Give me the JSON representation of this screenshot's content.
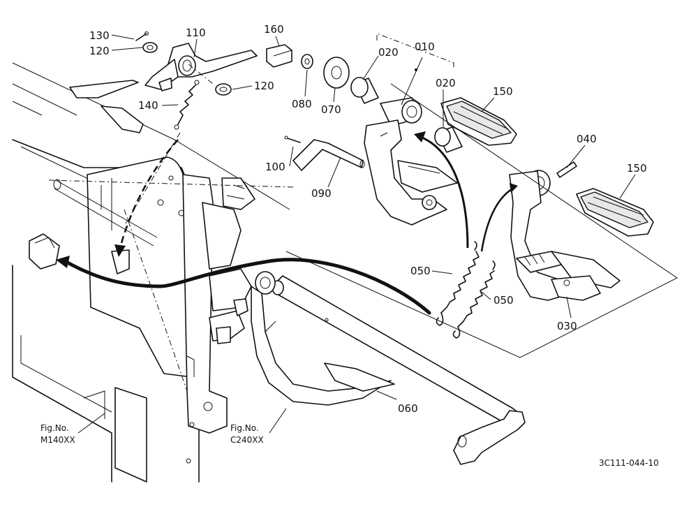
{
  "parts": {
    "p010": "010",
    "p020a": "020",
    "p020b": "020",
    "p030": "030",
    "p040": "040",
    "p050a": "050",
    "p050b": "050",
    "p060": "060",
    "p070": "070",
    "p080": "080",
    "p090": "090",
    "p100": "100",
    "p110": "110",
    "p120a": "120",
    "p120b": "120",
    "p130": "130",
    "p140": "140",
    "p150a": "150",
    "p150b": "150",
    "p160": "160"
  },
  "refs": {
    "m140_title": "Fig.No.",
    "m140_code": "M140XX",
    "c240_title": "Fig.No.",
    "c240_code": "C240XX"
  },
  "drawing_code": "3C111-044-10"
}
